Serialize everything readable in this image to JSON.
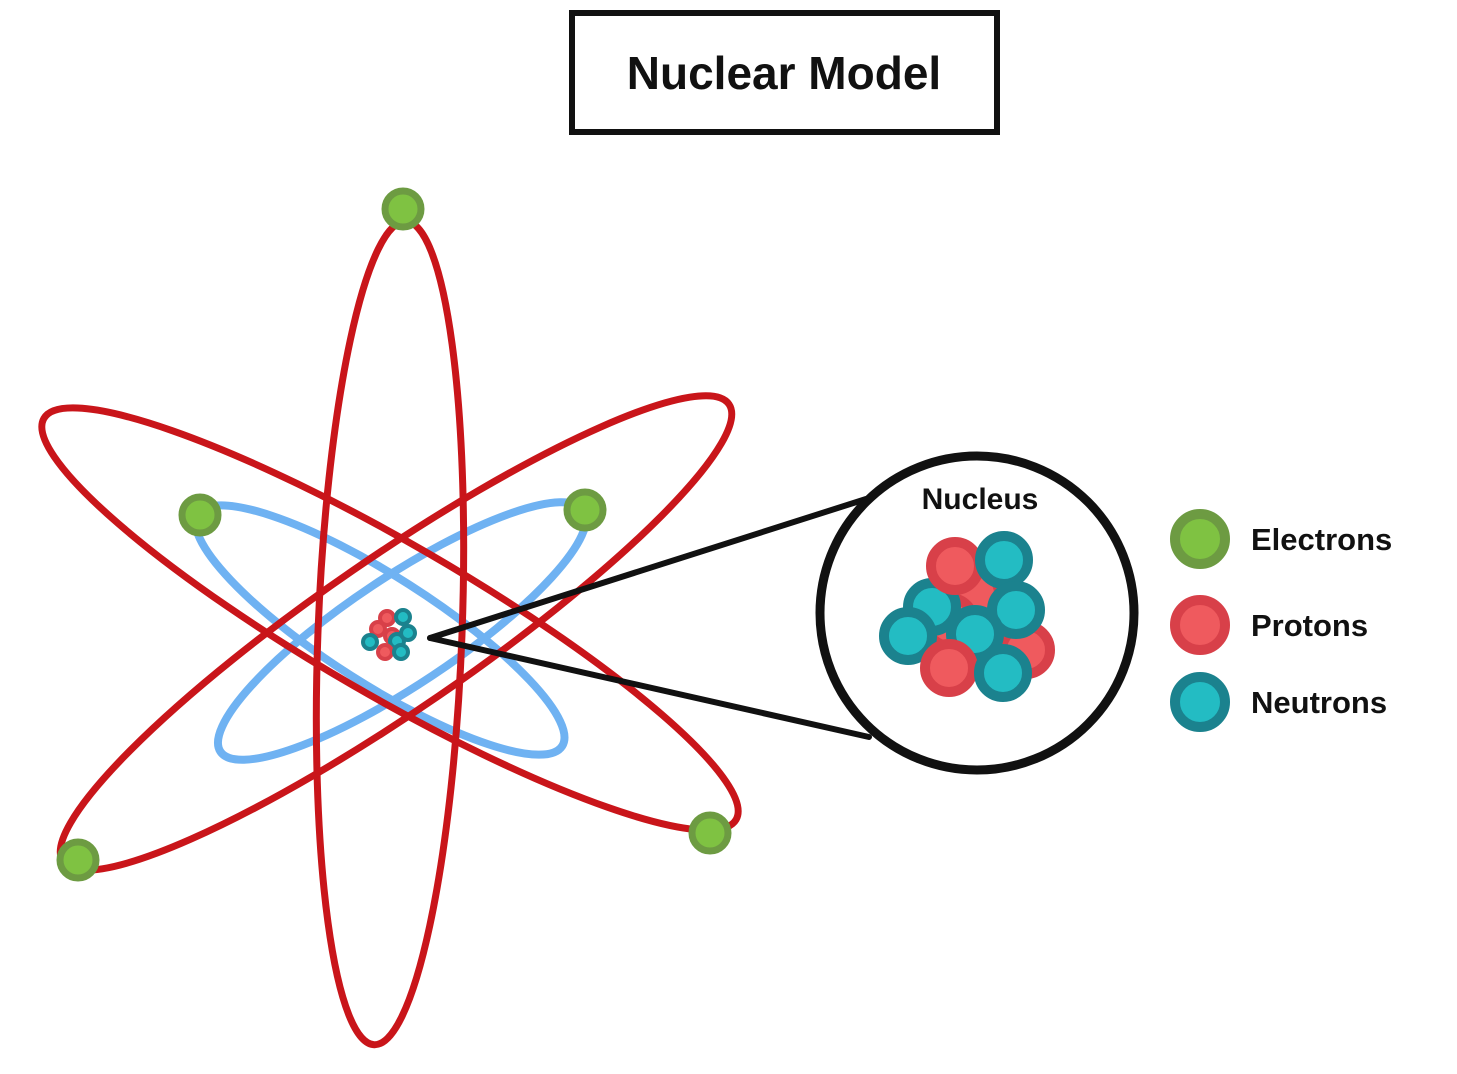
{
  "title": {
    "label": "Nuclear Model"
  },
  "magnifier": {
    "label": "Nucleus"
  },
  "legend": {
    "items": [
      {
        "id": "electrons",
        "label": "Electrons"
      },
      {
        "id": "protons",
        "label": "Protons"
      },
      {
        "id": "neutrons",
        "label": "Neutrons"
      }
    ]
  },
  "particle_counts": {
    "electrons_on_orbits": 5,
    "protons_in_magnified_nucleus": 5,
    "neutrons_in_magnified_nucleus": 6,
    "red_orbits": 3,
    "blue_orbits": 2
  },
  "colors": {
    "background": "#ffffff",
    "ink": "#111111",
    "orbit_red": "#c9151a",
    "orbit_blue": "#6fb2f2",
    "electron_fill": "#7fc242",
    "electron_ring": "#6d9b42",
    "proton_fill": "#ef5a5e",
    "proton_ring": "#d84049",
    "neutron_fill": "#23bcc3",
    "neutron_ring": "#1b828e"
  }
}
